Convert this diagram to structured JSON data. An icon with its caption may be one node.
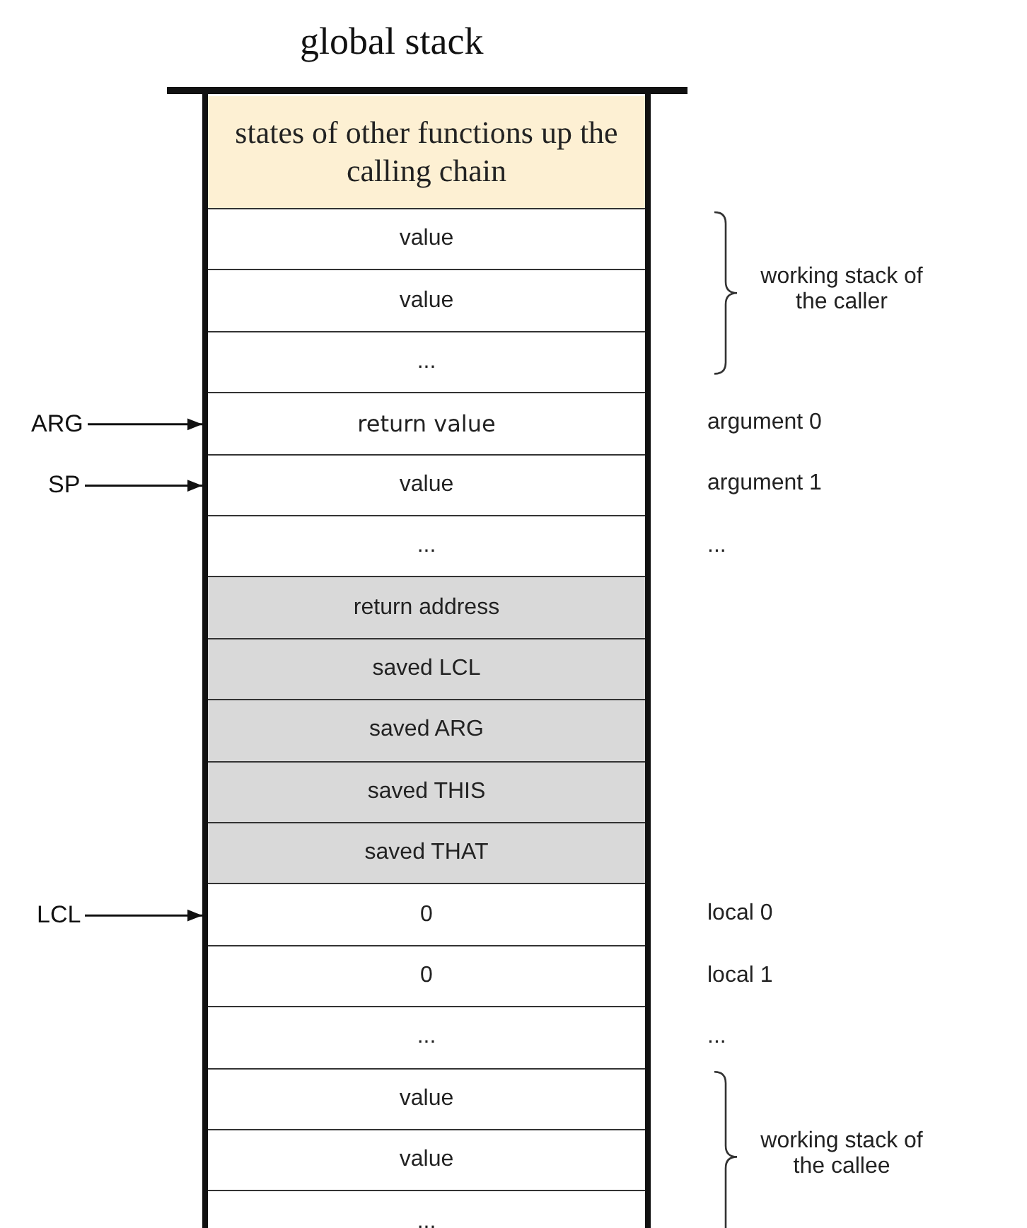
{
  "diagram": {
    "title": "global stack",
    "nodes": [
      {
        "text": [
          "states of other functions up the calling chain"
        ]
      },
      {
        "text": [
          "value"
        ]
      },
      {
        "text": [
          "value"
        ]
      },
      {
        "text": [
          "..."
        ]
      },
      {
        "text": [
          "return value"
        ],
        "beside": [
          "argument 0"
        ]
      },
      {
        "text": [
          "value"
        ],
        "beside": [
          "argument 1"
        ]
      },
      {
        "text": [
          "..."
        ],
        "beside": [
          "..."
        ]
      },
      {
        "text": [
          "return address"
        ]
      },
      {
        "text": [
          "saved LCL"
        ]
      },
      {
        "text": [
          "saved ARG"
        ]
      },
      {
        "text": [
          "saved THIS"
        ]
      },
      {
        "text": [
          "saved THAT"
        ]
      },
      {
        "text": [
          "0"
        ],
        "beside": [
          "local 0"
        ]
      },
      {
        "text": [
          "0"
        ],
        "beside": [
          "local 1"
        ]
      },
      {
        "text": [
          "..."
        ],
        "beside": [
          "..."
        ]
      },
      {
        "text": [
          "value"
        ]
      },
      {
        "text": [
          "value"
        ]
      },
      {
        "text": [
          "..."
        ]
      },
      {
        "text": [
          "ARG"
        ]
      },
      {
        "text": [
          "SP"
        ]
      },
      {
        "text": [
          "LCL"
        ]
      }
    ],
    "edges": [
      {
        "from": 18,
        "to": 4,
        "arrow": "to"
      },
      {
        "from": 19,
        "to": 5,
        "arrow": "to"
      },
      {
        "from": 20,
        "to": 12,
        "arrow": "to"
      }
    ],
    "labels": [
      "working stack of the caller",
      "working stack of the callee"
    ]
  }
}
